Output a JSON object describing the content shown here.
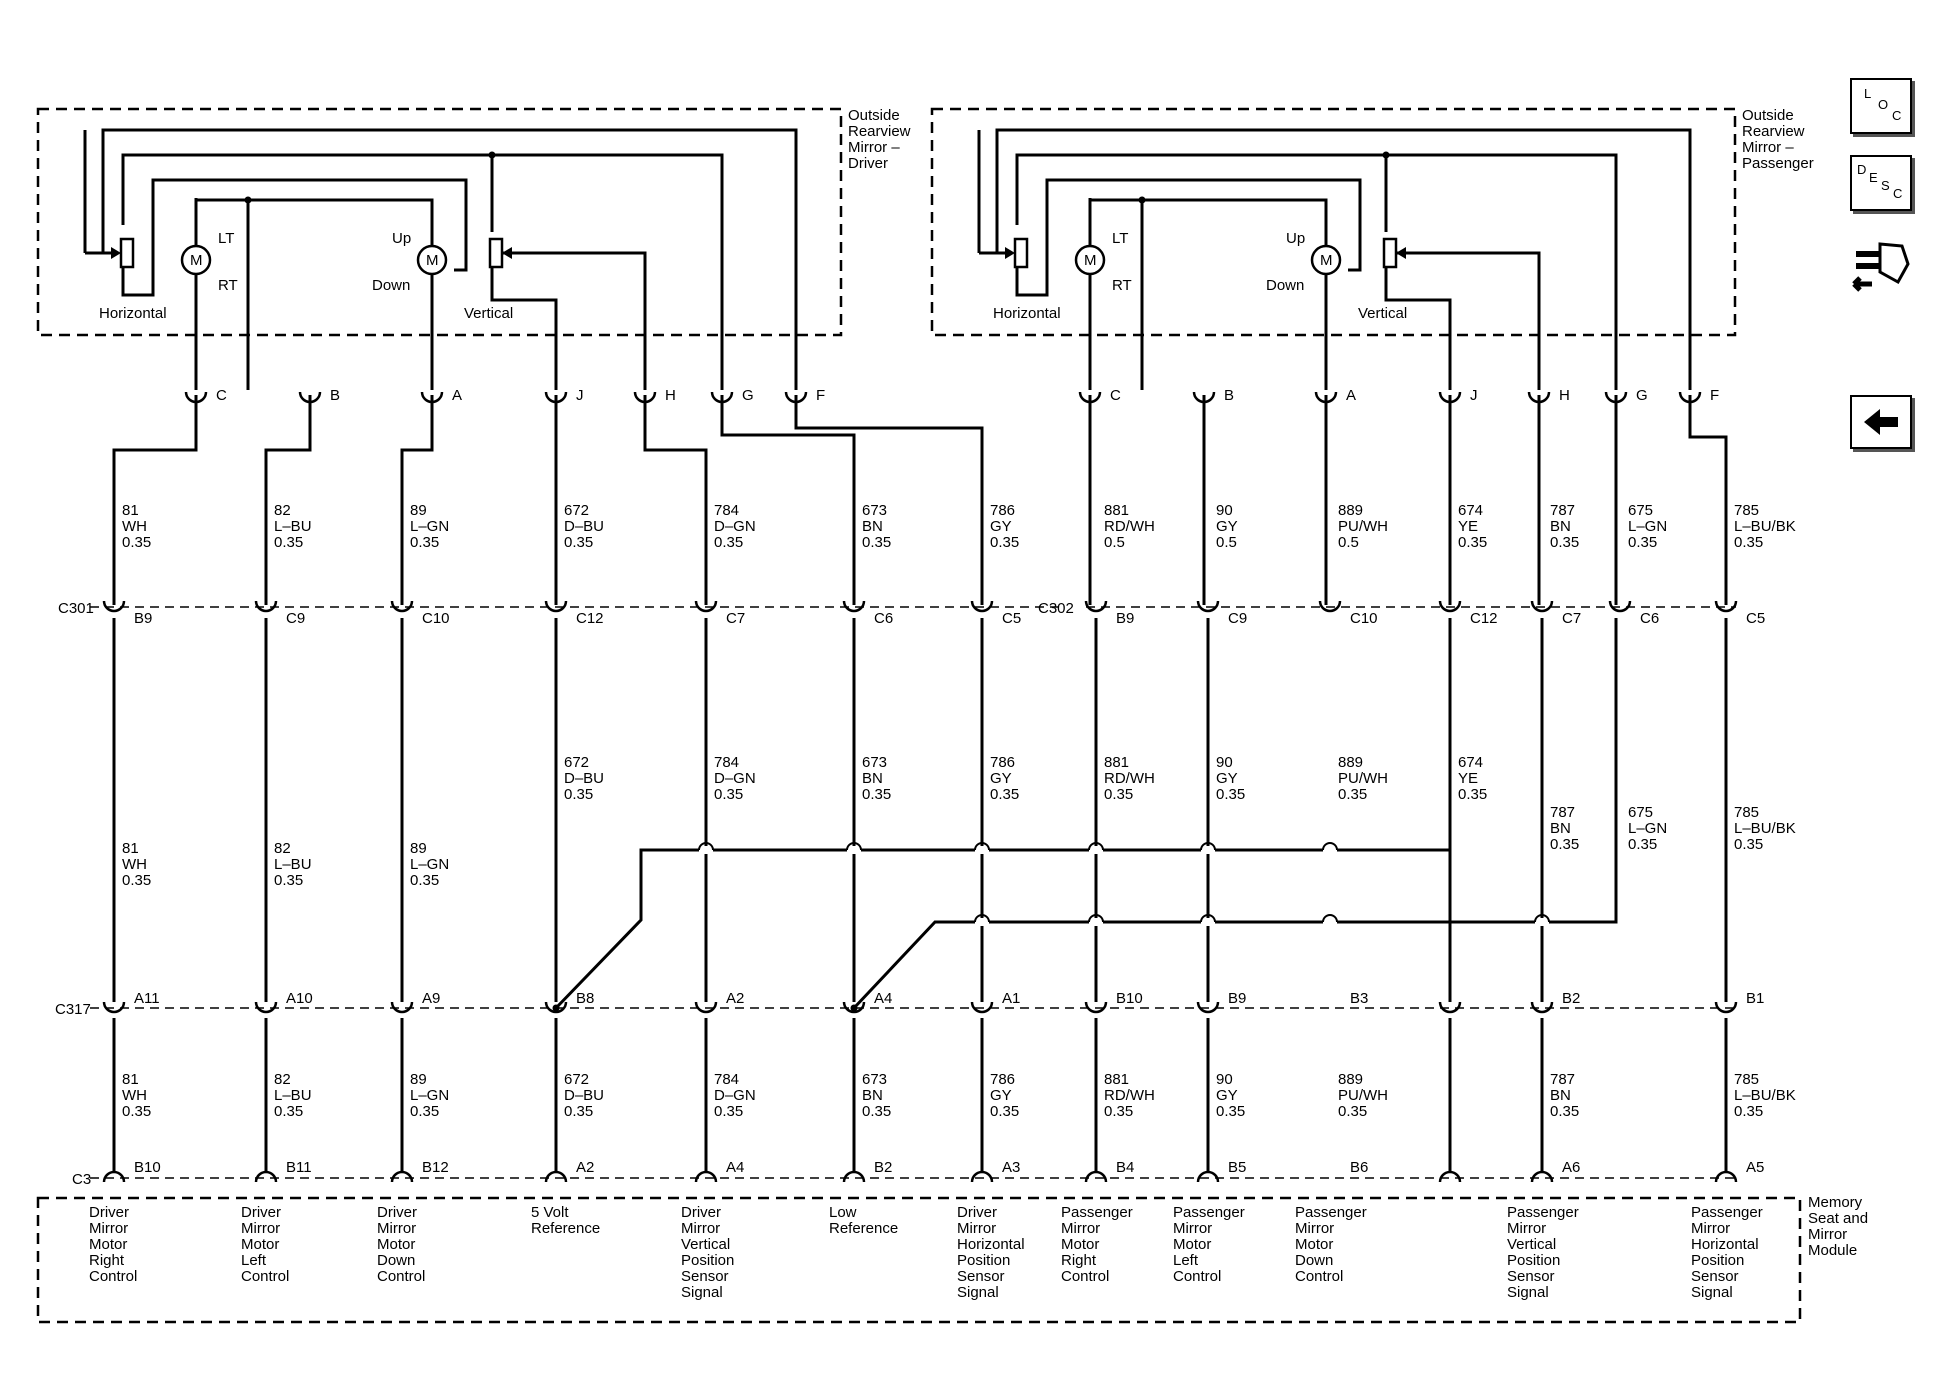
{
  "components": {
    "mirror_driver": "Outside\nRearview\nMirror –\nDriver",
    "mirror_passenger": "Outside\nRearview\nMirror –\nPassenger",
    "module": "Memory\nSeat and\nMirror\nModule"
  },
  "mirror_labels": {
    "horizontal": "Horizontal",
    "vertical": "Vertical",
    "lt": "LT",
    "rt": "RT",
    "up": "Up",
    "down": "Down",
    "motor": "M"
  },
  "mirror_pins": [
    "C",
    "B",
    "A",
    "J",
    "H",
    "G",
    "F"
  ],
  "connectors": {
    "c301": "C301",
    "c302": "C302",
    "c317": "C317",
    "c3": "C3"
  },
  "driver_circuits": [
    {
      "pin": "C",
      "wire": "81\nWH\n0.35",
      "c301_pin": "B9",
      "wire2": "81\nWH\n0.35",
      "c317_pin": "A11",
      "wire3": "81\nWH\n0.35",
      "c3_pin": "B10",
      "function": "Driver\nMirror\nMotor\nRight\nControl"
    },
    {
      "pin": "B",
      "wire": "82\nL–BU\n0.35",
      "c301_pin": "C9",
      "wire2": "82\nL–BU\n0.35",
      "c317_pin": "A10",
      "wire3": "82\nL–BU\n0.35",
      "c3_pin": "B11",
      "function": "Driver\nMirror\nMotor\nLeft\nControl"
    },
    {
      "pin": "A",
      "wire": "89\nL–GN\n0.35",
      "c301_pin": "C10",
      "wire2": "89\nL–GN\n0.35",
      "c317_pin": "A9",
      "wire3": "89\nL–GN\n0.35",
      "c3_pin": "B12",
      "function": "Driver\nMirror\nMotor\nDown\nControl"
    },
    {
      "pin": "J",
      "wire": "672\nD–BU\n0.35",
      "c301_pin": "C12",
      "wire2": "672\nD–BU\n0.35",
      "c317_pin": "B8",
      "wire3": "672\nD–BU\n0.35",
      "c3_pin": "A2",
      "function": "5 Volt\nReference"
    },
    {
      "pin": "H",
      "wire": "784\nD–GN\n0.35",
      "c301_pin": "C7",
      "wire2": "784\nD–GN\n0.35",
      "c317_pin": "A2",
      "wire3": "784\nD–GN\n0.35",
      "c3_pin": "A4",
      "function": "Driver\nMirror\nVertical\nPosition\nSensor\nSignal"
    },
    {
      "pin": "G",
      "wire": "673\nBN\n0.35",
      "c301_pin": "C6",
      "wire2": "673\nBN\n0.35",
      "c317_pin": "A4",
      "wire3": "673\nBN\n0.35",
      "c3_pin": "B2",
      "function": "Low\nReference"
    },
    {
      "pin": "F",
      "wire": "786\nGY\n0.35",
      "c301_pin": "C5",
      "wire2": "786\nGY\n0.35",
      "c317_pin": "A1",
      "wire3": "786\nGY\n0.35",
      "c3_pin": "A3",
      "function": "Driver\nMirror\nHorizontal\nPosition\nSensor\nSignal"
    }
  ],
  "passenger_circuits": [
    {
      "pin": "C",
      "wire": "881\nRD/WH\n0.5",
      "c302_pin": "B9",
      "wire2": "881\nRD/WH\n0.35",
      "c317_pin": "B10",
      "wire3": "881\nRD/WH\n0.35",
      "c3_pin": "B4",
      "function": "Passenger\nMirror\nMotor\nRight\nControl"
    },
    {
      "pin": "B",
      "wire": "90\nGY\n0.5",
      "c302_pin": "C9",
      "wire2": "90\nGY\n0.35",
      "c317_pin": "B9",
      "wire3": "90\nGY\n0.35",
      "c3_pin": "B5",
      "function": "Passenger\nMirror\nMotor\nLeft\nControl"
    },
    {
      "pin": "A",
      "wire": "889\nPU/WH\n0.5",
      "c302_pin": "C10",
      "wire2": "889\nPU/WH\n0.35",
      "c317_pin": "B3",
      "wire3": "889\nPU/WH\n0.35",
      "c3_pin": "B6",
      "function": "Passenger\nMirror\nMotor\nDown\nControl"
    },
    {
      "pin": "J",
      "wire": "674\nYE\n0.35",
      "c302_pin": "C12",
      "wire2": "674\nYE\n0.35"
    },
    {
      "pin": "H",
      "wire": "787\nBN\n0.35",
      "c302_pin": "C7",
      "wire2": "787\nBN\n0.35",
      "c317_pin": "B2",
      "wire3": "787\nBN\n0.35",
      "c3_pin": "A6",
      "function": "Passenger\nMirror\nVertical\nPosition\nSensor\nSignal"
    },
    {
      "pin": "G",
      "wire": "675\nL–GN\n0.35",
      "c302_pin": "C6",
      "wire2": "675\nL–GN\n0.35"
    },
    {
      "pin": "F",
      "wire": "785\nL–BU/BK\n0.35",
      "c302_pin": "C5",
      "wire2": "785\nL–BU/BK\n0.35",
      "c317_pin": "B1",
      "wire3": "785\nL–BU/BK\n0.35",
      "c3_pin": "A5",
      "function": "Passenger\nMirror\nHorizontal\nPosition\nSensor\nSignal"
    }
  ],
  "nav": {
    "loc": [
      "L",
      "O",
      "C"
    ],
    "desc": [
      "D",
      "E",
      "S",
      "C"
    ],
    "icons": [
      "connector-view-icon",
      "back-arrow-icon"
    ]
  }
}
